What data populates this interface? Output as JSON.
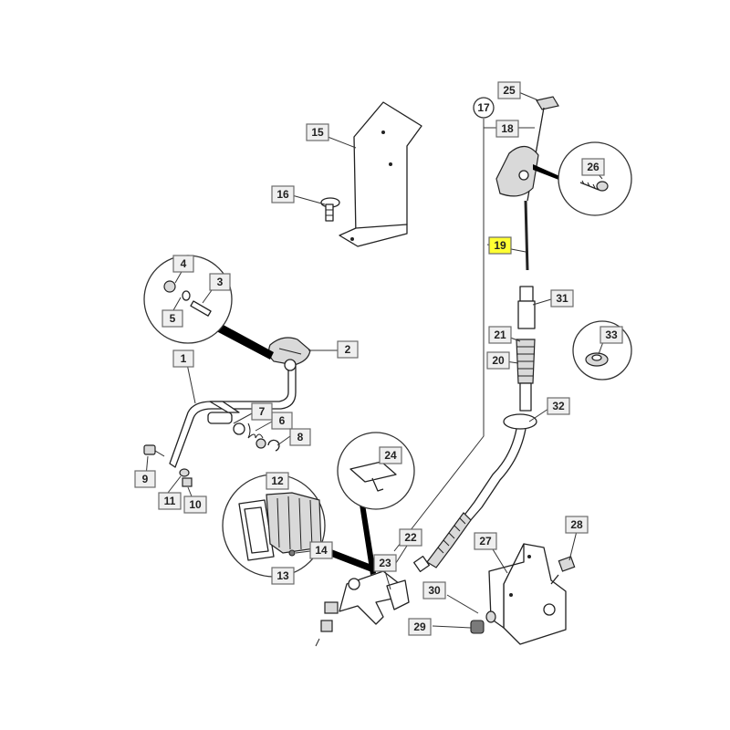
{
  "highlight_color": "#ffff33",
  "labels": [
    {
      "id": "1",
      "text": "1"
    },
    {
      "id": "2",
      "text": "2"
    },
    {
      "id": "3",
      "text": "3"
    },
    {
      "id": "4",
      "text": "4"
    },
    {
      "id": "5",
      "text": "5"
    },
    {
      "id": "6",
      "text": "6"
    },
    {
      "id": "7",
      "text": "7"
    },
    {
      "id": "8",
      "text": "8"
    },
    {
      "id": "9",
      "text": "9"
    },
    {
      "id": "10",
      "text": "10"
    },
    {
      "id": "11",
      "text": "11"
    },
    {
      "id": "12",
      "text": "12"
    },
    {
      "id": "13",
      "text": "13"
    },
    {
      "id": "14",
      "text": "14"
    },
    {
      "id": "15",
      "text": "15"
    },
    {
      "id": "16",
      "text": "16"
    },
    {
      "id": "17",
      "text": "17"
    },
    {
      "id": "18",
      "text": "18"
    },
    {
      "id": "19",
      "text": "19",
      "highlighted": true
    },
    {
      "id": "20",
      "text": "20"
    },
    {
      "id": "21",
      "text": "21"
    },
    {
      "id": "22",
      "text": "22"
    },
    {
      "id": "23",
      "text": "23"
    },
    {
      "id": "24",
      "text": "24"
    },
    {
      "id": "25",
      "text": "25"
    },
    {
      "id": "26",
      "text": "26"
    },
    {
      "id": "27",
      "text": "27"
    },
    {
      "id": "28",
      "text": "28"
    },
    {
      "id": "29",
      "text": "29"
    },
    {
      "id": "30",
      "text": "30"
    },
    {
      "id": "31",
      "text": "31"
    },
    {
      "id": "32",
      "text": "32"
    },
    {
      "id": "33",
      "text": "33"
    }
  ]
}
